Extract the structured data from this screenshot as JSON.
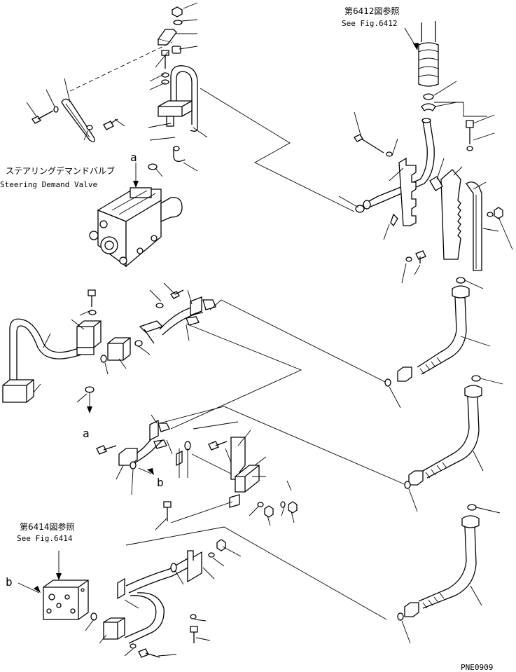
{
  "labels": {
    "ref_6412_jp": "第6412図参照",
    "ref_6412_en": "See Fig.6412",
    "ref_6414_jp": "第6414図参照",
    "ref_6414_en": "See Fig.6414",
    "valve_jp": "ステアリングデマンドバルブ",
    "valve_en": "Steering Demand Valve",
    "marker_a_top": "a",
    "marker_a_mid": "a",
    "marker_b_mid": "b",
    "marker_b_left": "b",
    "page_code": "PNE0909"
  }
}
